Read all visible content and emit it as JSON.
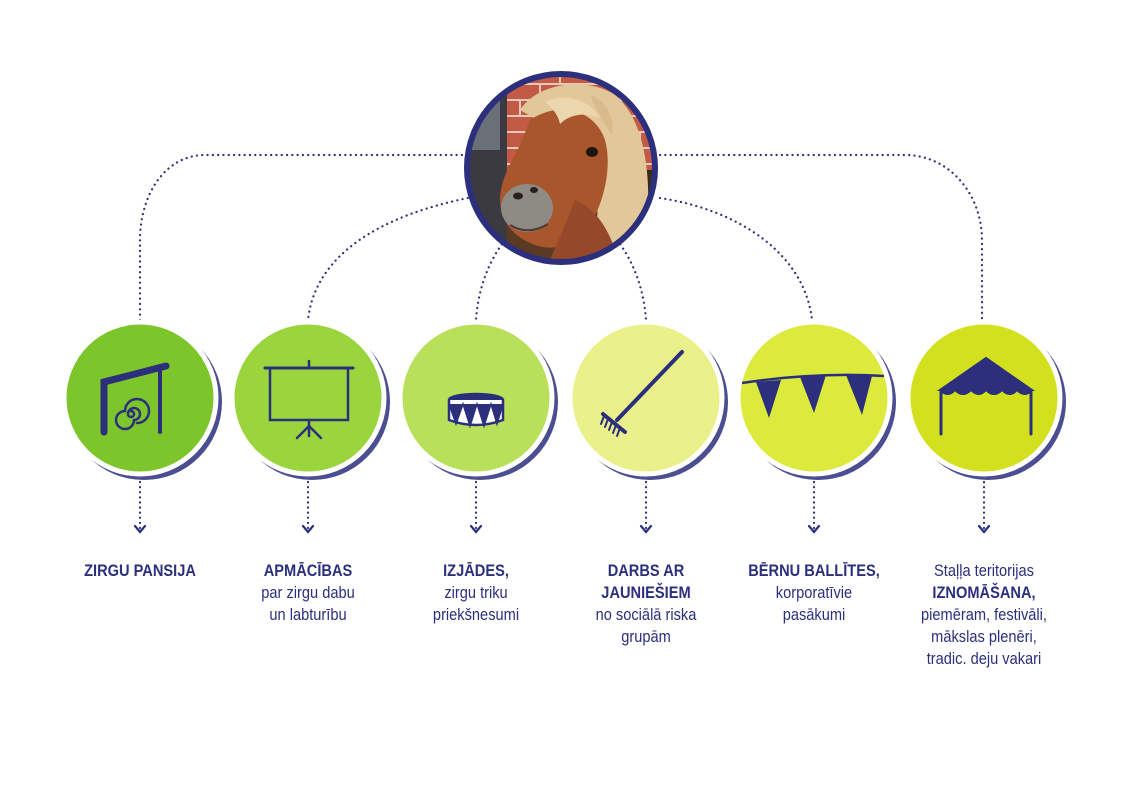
{
  "colors": {
    "navy": "#2b2f7c",
    "circle_fills": [
      "#7cc52a",
      "#9bd53d",
      "#b9e05a",
      "#eaf18a",
      "#dcea3e",
      "#d3e01e"
    ]
  },
  "center_image": {
    "subject": "pony-photo"
  },
  "items": [
    {
      "icon": "gate-spiral-icon",
      "bold": [
        "ZIRGU PANSIJA"
      ],
      "lines": []
    },
    {
      "icon": "projector-screen-icon",
      "bold": [
        "APMĀCĪBAS"
      ],
      "lines": [
        "par zirgu dabu",
        "un labturību"
      ]
    },
    {
      "icon": "circus-drum-icon",
      "bold": [
        "IZJĀDES,"
      ],
      "lines": [
        "zirgu triku",
        "priekšnesumi"
      ]
    },
    {
      "icon": "rake-icon",
      "bold": [
        "DARBS AR",
        "JAUNIEŠIEM"
      ],
      "lines": [
        "no sociālā riska",
        "grupām"
      ]
    },
    {
      "icon": "bunting-flags-icon",
      "bold": [
        "BĒRNU BALLĪTES,"
      ],
      "lines": [
        "korporatīvie",
        "pasākumi"
      ]
    },
    {
      "icon": "tent-icon",
      "pre": [
        "Staļļa teritorijas"
      ],
      "bold": [
        "IZNOMĀŠANA,"
      ],
      "lines": [
        "piemēram, festivāli,",
        "mākslas plenēri,",
        "tradic. deju vakari"
      ]
    }
  ]
}
